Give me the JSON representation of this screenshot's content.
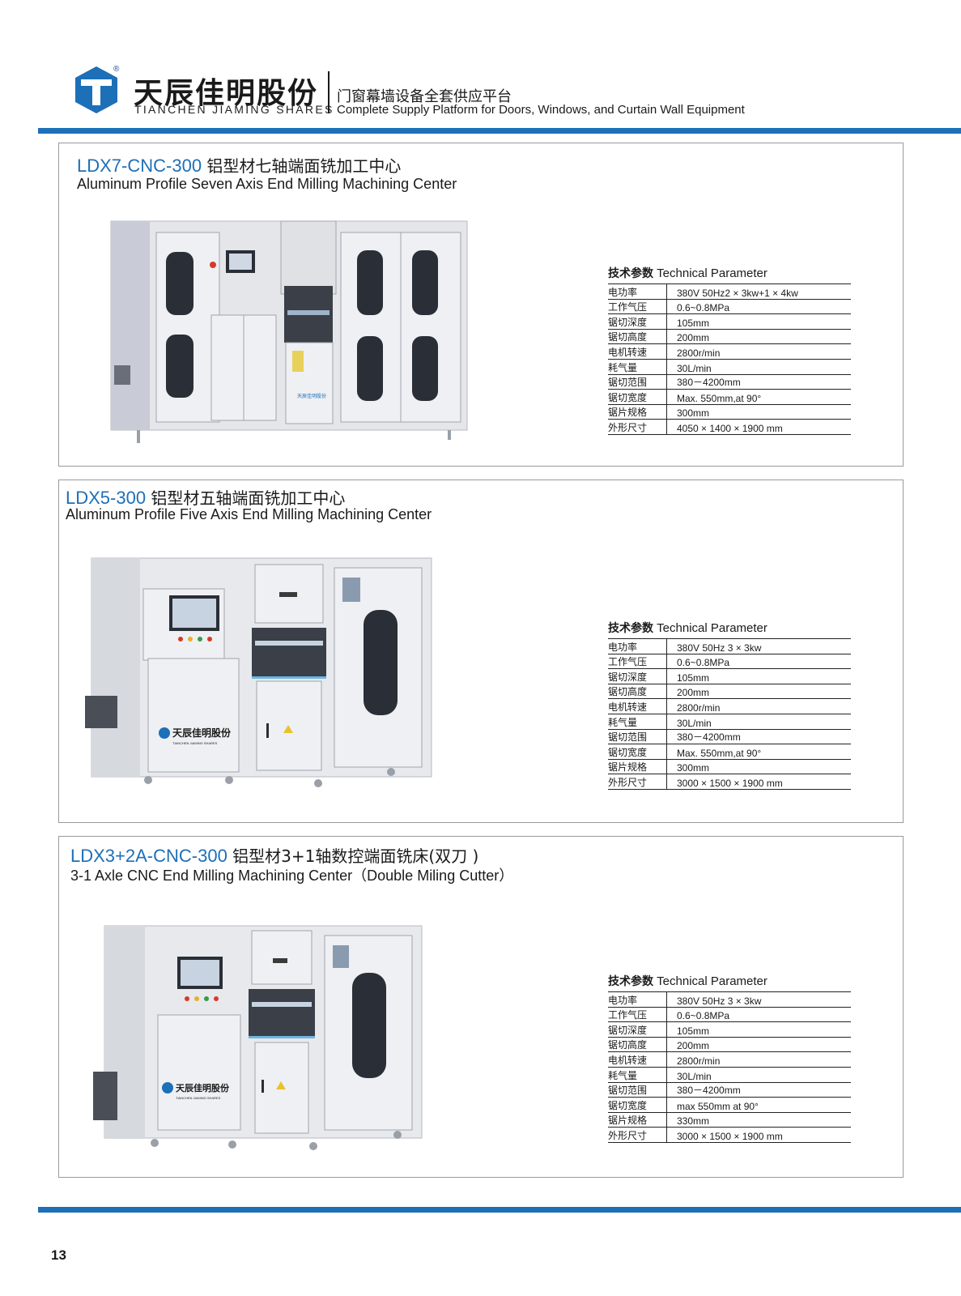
{
  "header": {
    "brand_cn": "天辰佳明股份",
    "brand_en": "TIANCHEN JIAMING SHARES",
    "registered_mark": "®",
    "tagline_cn": "门窗幕墙设备全套供应平台",
    "tagline_en": "Complete Supply Platform for Doors, Windows, and Curtain Wall Equipment"
  },
  "param_header": {
    "cn": "技术参数",
    "en": " Technical Parameter"
  },
  "param_labels": [
    "电功率",
    "工作气压",
    "锯切深度",
    "锯切高度",
    "电机转速",
    "耗气量",
    "锯切范围",
    "锯切宽度",
    "锯片规格",
    "外形尺寸"
  ],
  "products": [
    {
      "model": "LDX7-CNC-300",
      "title_cn": " 铝型材七轴端面铣加工中心",
      "title_en": "Aluminum Profile Seven Axis End Milling Machining Center",
      "values": [
        "380V 50Hz2 × 3kw+1 × 4kw",
        "0.6~0.8MPa",
        "105mm",
        "200mm",
        "2800r/min",
        "30L/min",
        "380－4200mm",
        "Max. 550mm,at 90°",
        "300mm",
        "4050 × 1400 × 1900 mm"
      ],
      "machine_badge_cn": "天辰佳明股份"
    },
    {
      "model": "LDX5-300",
      "title_cn": " 铝型材五轴端面铣加工中心",
      "title_en": "Aluminum Profile Five Axis End Milling Machining Center",
      "values": [
        "380V 50Hz 3 × 3kw",
        "0.6~0.8MPa",
        "105mm",
        "200mm",
        "2800r/min",
        "30L/min",
        "380－4200mm",
        "Max. 550mm,at 90°",
        "300mm",
        "3000 × 1500 × 1900 mm"
      ],
      "machine_badge_cn": "天辰佳明股份",
      "machine_badge_en": "TIANCHEN JIAMING SHARES"
    },
    {
      "model": "LDX3+2A-CNC-300",
      "title_cn": " 铝型材3+1轴数控端面铣床(双刀 )",
      "title_en": "3-1 Axle CNC End Milling Machining Center（Double Miling Cutter）",
      "values": [
        "380V 50Hz 3 × 3kw",
        "0.6~0.8MPa",
        "105mm",
        "200mm",
        "2800r/min",
        "30L/min",
        "380－4200mm",
        "max 550mm  at 90°",
        "330mm",
        "3000 × 1500 × 1900 mm"
      ],
      "machine_badge_cn": "天辰佳明股份",
      "machine_badge_en": "TIANCHEN JIAMING SHARES"
    }
  ],
  "page_number": "13",
  "colors": {
    "brand_blue": "#1d6fb8",
    "machine_body": "#e4e6ea",
    "window": "#2a2e36"
  }
}
